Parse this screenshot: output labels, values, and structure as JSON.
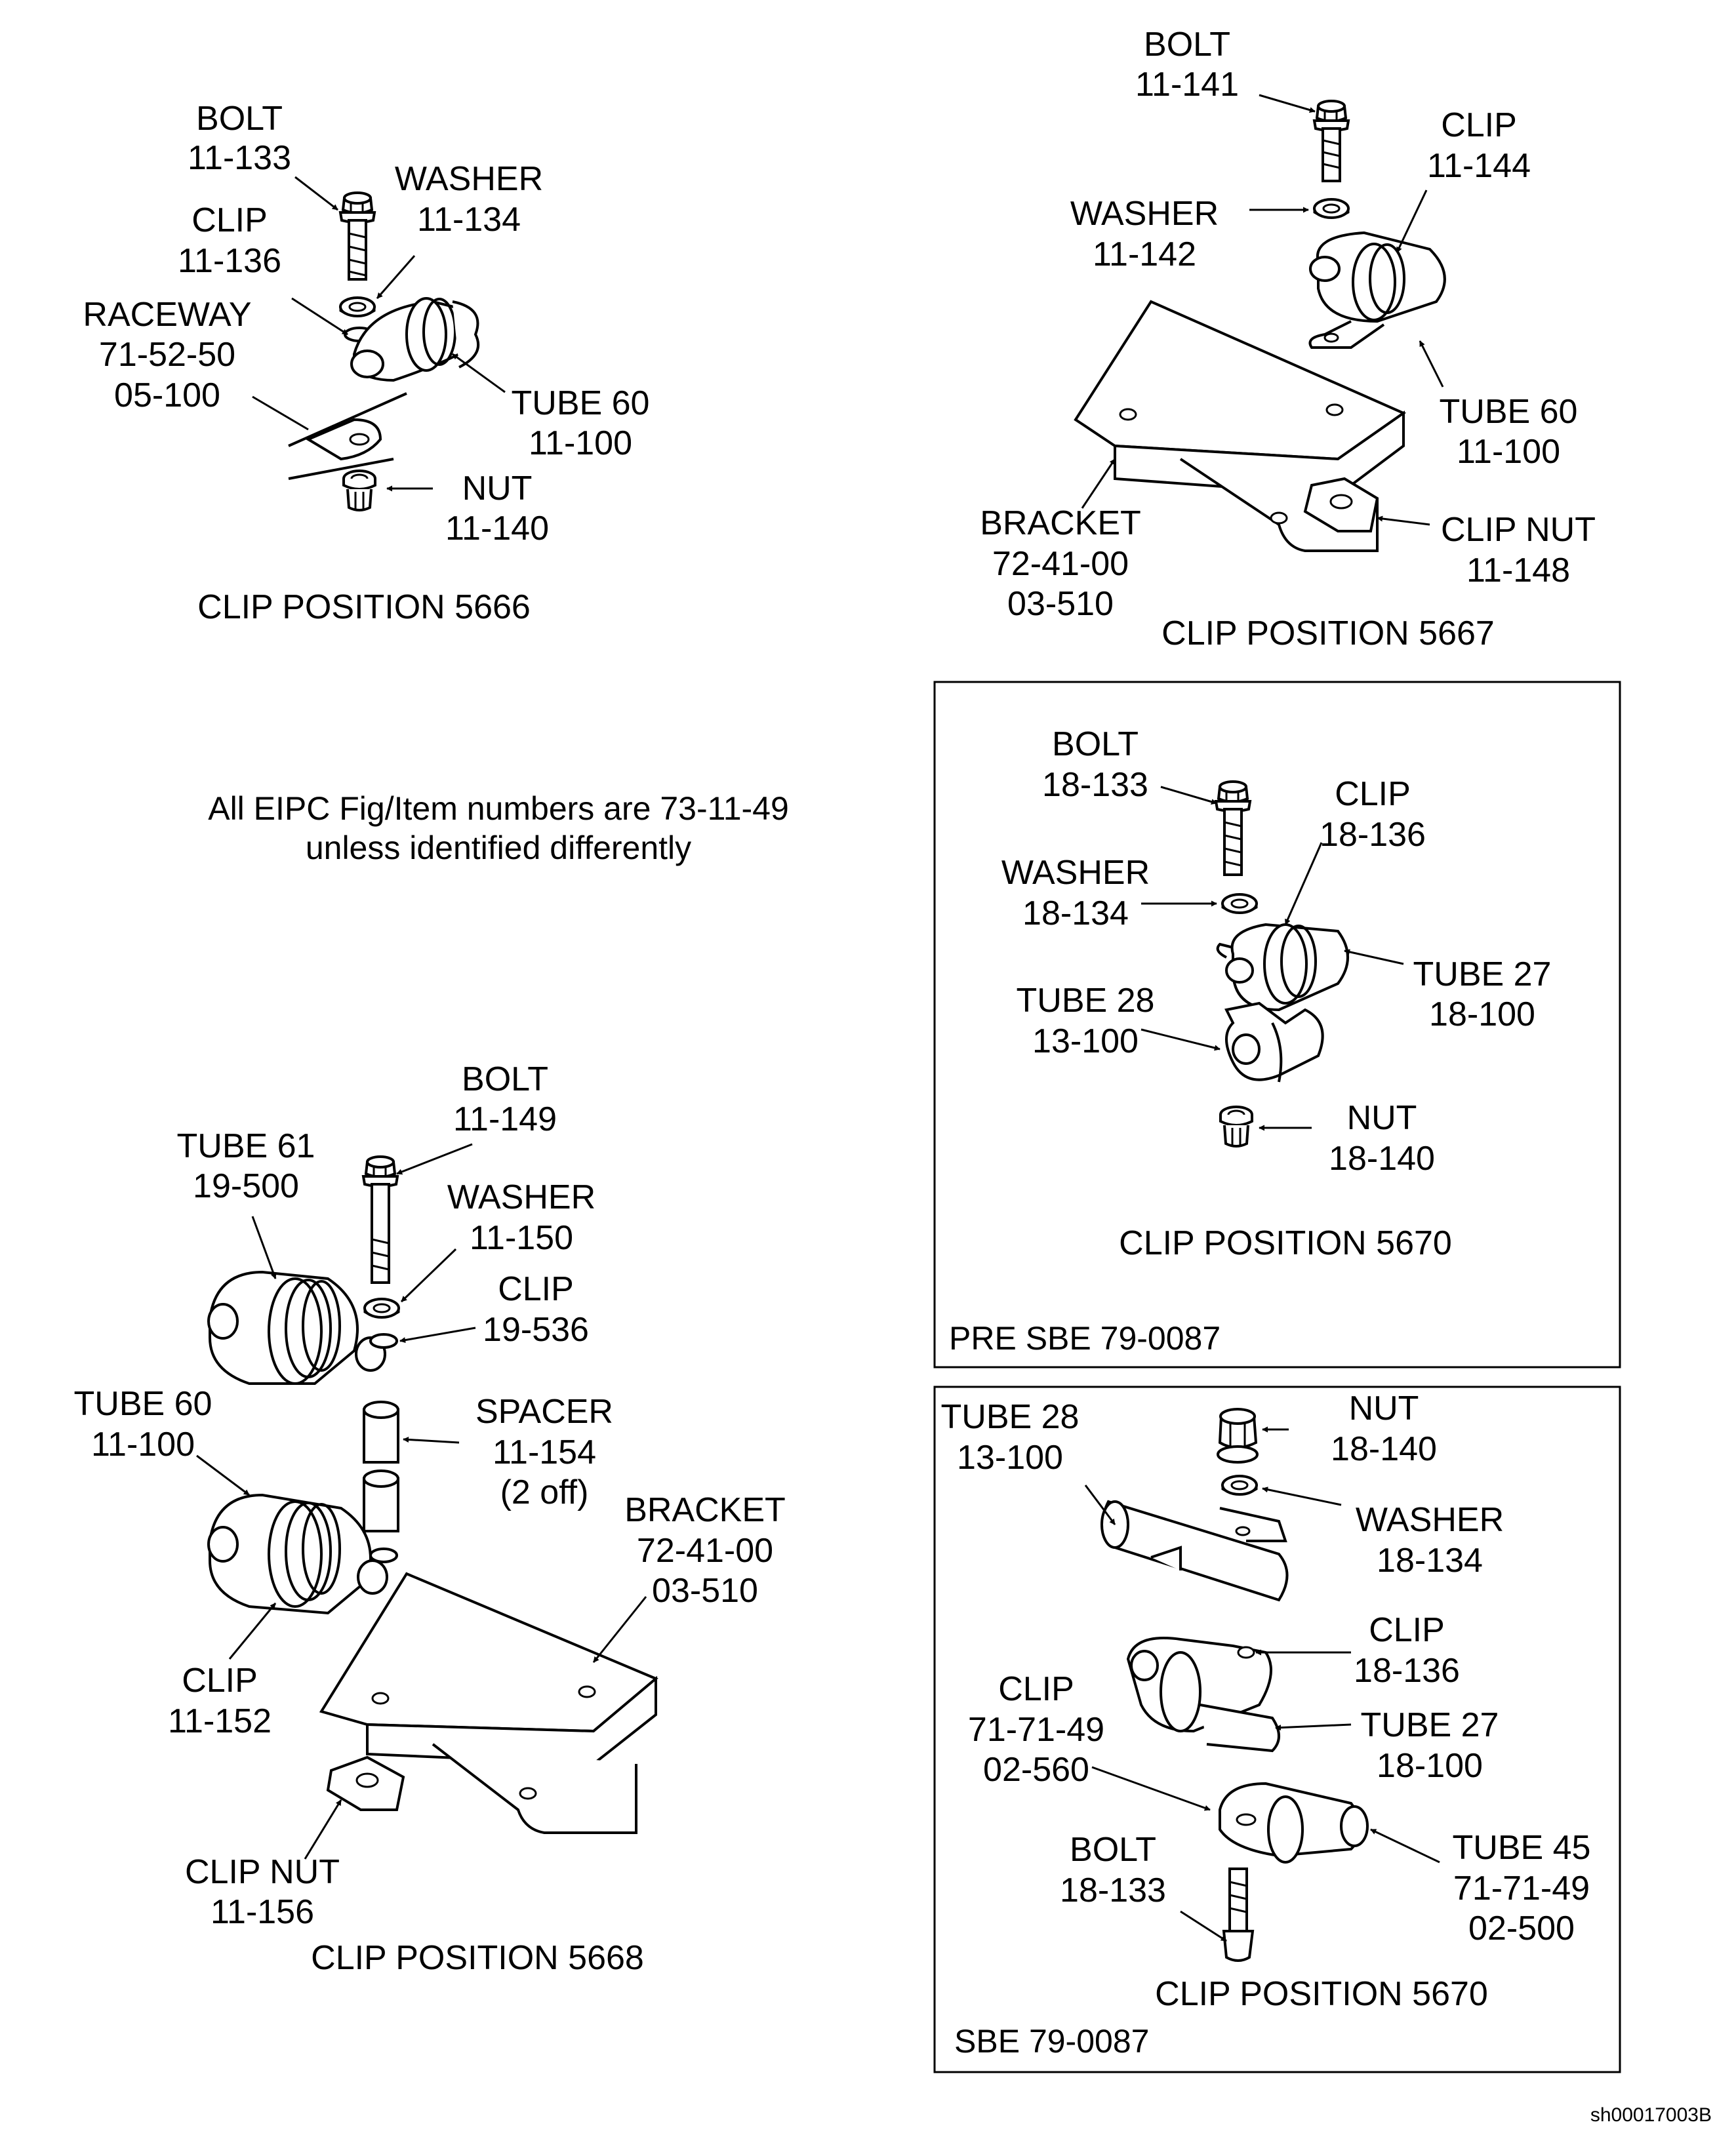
{
  "general_note": {
    "line1": "All EIPC Fig/Item numbers are 73-11-49",
    "line2": "unless identified differently"
  },
  "sheet_ref": "sh00017003B",
  "pos5666": {
    "caption": "CLIP POSITION 5666",
    "bolt": [
      "BOLT",
      "11-133"
    ],
    "washer": [
      "WASHER",
      "11-134"
    ],
    "clip": [
      "CLIP",
      "11-136"
    ],
    "raceway": [
      "RACEWAY",
      "71-52-50",
      "05-100"
    ],
    "tube": [
      "TUBE 60",
      "11-100"
    ],
    "nut": [
      "NUT",
      "11-140"
    ]
  },
  "pos5667": {
    "caption": "CLIP POSITION 5667",
    "bolt": [
      "BOLT",
      "11-141"
    ],
    "clip": [
      "CLIP",
      "11-144"
    ],
    "washer": [
      "WASHER",
      "11-142"
    ],
    "tube": [
      "TUBE 60",
      "11-100"
    ],
    "bracket": [
      "BRACKET",
      "72-41-00",
      "03-510"
    ],
    "clipnut": [
      "CLIP NUT",
      "11-148"
    ]
  },
  "pos5670_pre": {
    "caption": "CLIP POSITION 5670",
    "tag": "PRE SBE 79-0087",
    "bolt": [
      "BOLT",
      "18-133"
    ],
    "clip": [
      "CLIP",
      "18-136"
    ],
    "washer": [
      "WASHER",
      "18-134"
    ],
    "tube27": [
      "TUBE 27",
      "18-100"
    ],
    "tube28": [
      "TUBE 28",
      "13-100"
    ],
    "nut": [
      "NUT",
      "18-140"
    ]
  },
  "pos5668": {
    "caption": "CLIP POSITION 5668",
    "bolt": [
      "BOLT",
      "11-149"
    ],
    "tube61": [
      "TUBE 61",
      "19-500"
    ],
    "washer": [
      "WASHER",
      "11-150"
    ],
    "clip": [
      "CLIP",
      "19-536"
    ],
    "tube60": [
      "TUBE 60",
      "11-100"
    ],
    "spacer": [
      "SPACER",
      "11-154",
      "(2 off)"
    ],
    "bracket": [
      "BRACKET",
      "72-41-00",
      "03-510"
    ],
    "clip2": [
      "CLIP",
      "11-152"
    ],
    "clipnut": [
      "CLIP NUT",
      "11-156"
    ]
  },
  "pos5670_sbe": {
    "caption": "CLIP POSITION 5670",
    "tag": "SBE 79-0087",
    "tube28": [
      "TUBE 28",
      "13-100"
    ],
    "nut": [
      "NUT",
      "18-140"
    ],
    "washer": [
      "WASHER",
      "18-134"
    ],
    "clip": [
      "CLIP",
      "18-136"
    ],
    "clip2": [
      "CLIP",
      "71-71-49",
      "02-560"
    ],
    "tube27": [
      "TUBE 27",
      "18-100"
    ],
    "bolt": [
      "BOLT",
      "18-133"
    ],
    "tube45": [
      "TUBE 45",
      "71-71-49",
      "02-500"
    ]
  }
}
